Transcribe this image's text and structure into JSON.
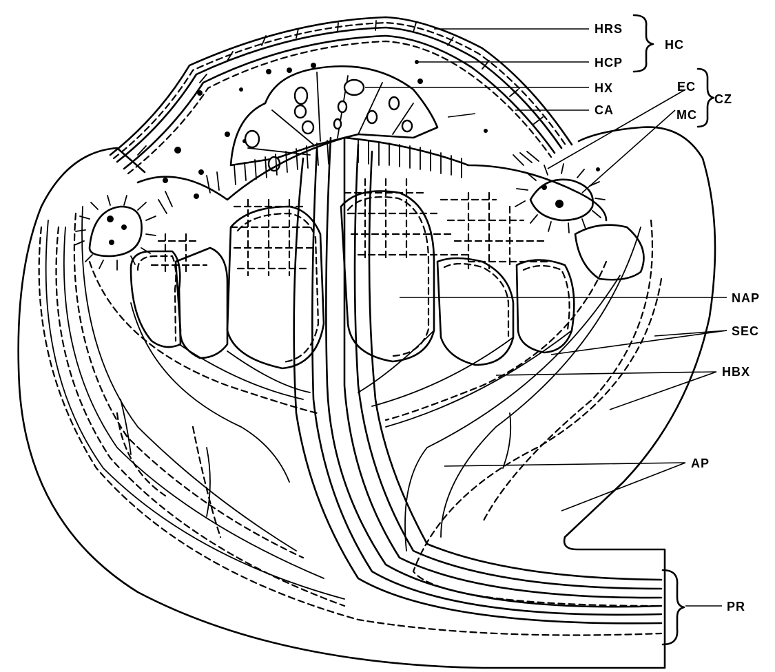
{
  "labels": {
    "hrs": "HRS",
    "hcp": "HCP",
    "hc": "HC",
    "hx": "HX",
    "ec": "EC",
    "mc": "MC",
    "cz": "CZ",
    "ca": "CA",
    "nap": "NAP",
    "sec": "SEC",
    "hbx": "HBX",
    "ap": "AP",
    "pr": "PR"
  },
  "colors": {
    "ink": "#000000",
    "paper": "#ffffff"
  }
}
